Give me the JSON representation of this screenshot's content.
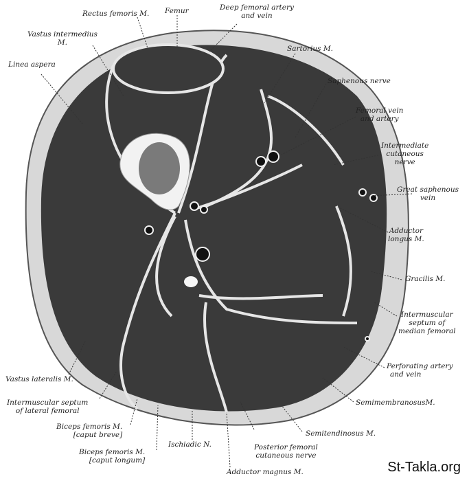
{
  "diagram": {
    "labels": {
      "rectus_femoris": "Rectus femoris M.",
      "femur": "Femur",
      "deep_femoral_1": "Deep femoral artery",
      "deep_femoral_2": "and vein",
      "vastus_intermedius_1": "Vastus intermedius",
      "vastus_intermedius_2": "M.",
      "sartorius": "Sartorius M.",
      "linea_aspera": "Linea aspera",
      "saphenous_nerve": "Saphenous nerve",
      "femoral_vein_1": "Femoral vein",
      "femoral_vein_2": "and artery",
      "intermediate_cutaneous_1": "Intermediate",
      "intermediate_cutaneous_2": "cutaneous",
      "intermediate_cutaneous_3": "nerve",
      "great_saphenous_1": "Great saphenous",
      "great_saphenous_2": "vein",
      "adductor_longus_1": "Adductor",
      "adductor_longus_2": "longus M.",
      "gracilis": "Gracilis M.",
      "septum_median_1": "Intermuscular",
      "septum_median_2": "septum of",
      "septum_median_3": "median femoral",
      "perforating_1": "Perforating artery",
      "perforating_2": "and vein",
      "semimembranosus": "SemimembranosusM.",
      "semitendinosus": "Semitendinosus M.",
      "posterior_cutaneous_1": "Posterior femoral",
      "posterior_cutaneous_2": "cutaneous nerve",
      "adductor_magnus": "Adductor magnus M.",
      "ischiadic": "Ischiadic N.",
      "biceps_longum_1": "Biceps femoris M.",
      "biceps_longum_2": "[caput longum]",
      "biceps_breve_1": "Biceps femoris M.",
      "biceps_breve_2": "[caput breve]",
      "septum_lateral_1": "Intermuscular septum",
      "septum_lateral_2": "of lateral femoral",
      "vastus_lateralis": "Vastus lateralis M."
    },
    "watermark": "St-Takla.org",
    "colors": {
      "skin": "#d6d6d6",
      "muscle": "#3a3a3a",
      "fascia": "#e8e8e8",
      "marrow": "#7a7a7a"
    }
  }
}
